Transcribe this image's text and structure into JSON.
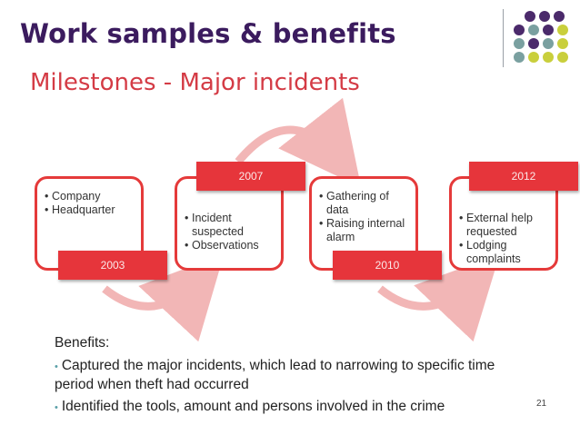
{
  "slide": {
    "title": "Work samples & benefits",
    "subtitle": "Milestones - Major incidents",
    "page_number": "21"
  },
  "milestones": [
    {
      "year": "2003",
      "items": [
        "Company",
        "Headquarter"
      ]
    },
    {
      "year": "2007",
      "items": [
        "Incident suspected",
        "Observations"
      ]
    },
    {
      "year": "2010",
      "items": [
        "Gathering of data",
        "Raising internal alarm"
      ]
    },
    {
      "year": "2012",
      "items": [
        "External help requested",
        "Lodging complaints"
      ]
    }
  ],
  "benefits": {
    "heading": "Benefits:",
    "items": [
      "Captured the major incidents, which lead to narrowing to specific time period when theft had occurred",
      "Identified the tools, amount and persons involved in the crime"
    ]
  },
  "colors": {
    "title": "#3b1b5e",
    "subtitle": "#d43b45",
    "box_border": "#e53a3a",
    "year_band": "#e6353b",
    "arrow": "#f2b6b6",
    "dot_purple": "#4b2a6b",
    "dot_teal": "#7aa0a0",
    "dot_lime": "#c9cf3c"
  }
}
